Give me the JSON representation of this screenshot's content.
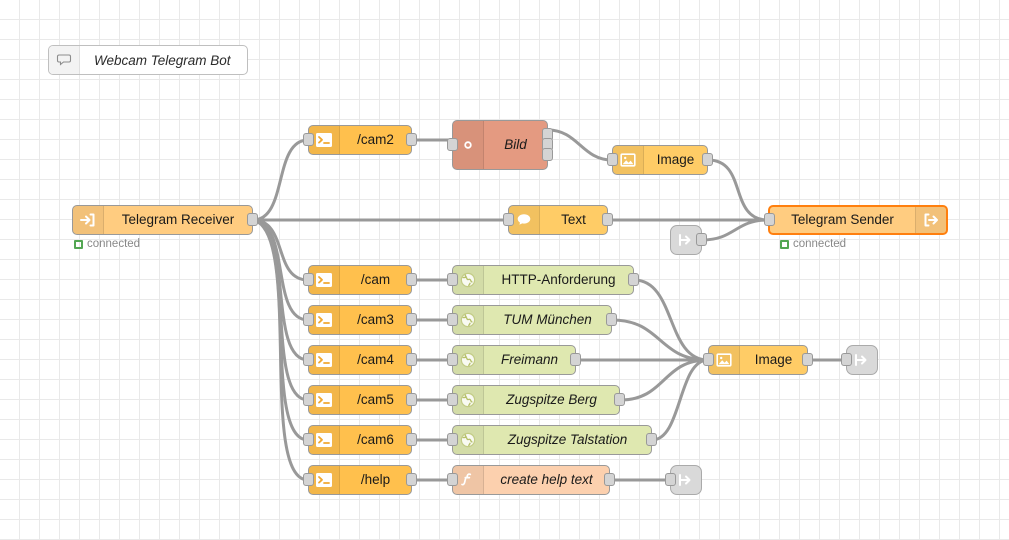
{
  "editor": {
    "name": "node-red-flow-canvas",
    "grid_size": 20,
    "grid_color": "#e9e9e9",
    "background": "#ffffff"
  },
  "palette": {
    "command_node_color": "#ffc04d",
    "exec_node_color": "#e49a81",
    "http_node_color": "#dfe8b0",
    "function_node_color": "#fcd0ae",
    "telegram_node_color": "#ffcc80",
    "image_node_color": "#ffcc66",
    "link_node_color": "#d9d9d9",
    "wire_color": "#999999",
    "status_ok_color": "#53a653",
    "selection_color": "#ff7f0e"
  },
  "comment": {
    "label": "Webcam Telegram Bot",
    "icon": "speech-bubble-outline-icon"
  },
  "nodes": {
    "telegram_receiver": {
      "label": "Telegram Receiver",
      "icon": "arrow-into-bracket-icon",
      "status": "connected"
    },
    "telegram_sender": {
      "label": "Telegram Sender",
      "icon": "arrow-out-of-bracket-icon",
      "status": "connected",
      "selected": true
    },
    "text_node": {
      "label": "Text",
      "icon": "speech-bubble-filled-icon"
    },
    "image_top": {
      "label": "Image",
      "icon": "picture-icon"
    },
    "image_bottom": {
      "label": "Image",
      "icon": "picture-icon"
    },
    "bild_exec": {
      "label": "Bild",
      "icon": "gear-icon",
      "outputs": 3
    }
  },
  "commands": [
    {
      "label": "/cam2",
      "icon": "terminal-icon"
    },
    {
      "label": "/cam",
      "icon": "terminal-icon"
    },
    {
      "label": "/cam3",
      "icon": "terminal-icon"
    },
    {
      "label": "/cam4",
      "icon": "terminal-icon"
    },
    {
      "label": "/cam5",
      "icon": "terminal-icon"
    },
    {
      "label": "/cam6",
      "icon": "terminal-icon"
    },
    {
      "label": "/help",
      "icon": "terminal-icon"
    }
  ],
  "http_requests": [
    {
      "label": "HTTP-Anforderung",
      "icon": "globe-icon",
      "italic": false
    },
    {
      "label": "TUM München",
      "icon": "globe-icon",
      "italic": true
    },
    {
      "label": "Freimann",
      "icon": "globe-icon",
      "italic": true
    },
    {
      "label": "Zugspitze Berg",
      "icon": "globe-icon",
      "italic": true
    },
    {
      "label": "Zugspitze Talstation",
      "icon": "globe-icon",
      "italic": true
    }
  ],
  "function_node": {
    "label": "create help text",
    "icon": "function-f-icon"
  },
  "link_nodes": [
    {
      "name": "link-in-top",
      "icon": "link-arrow-icon"
    },
    {
      "name": "link-out-image",
      "icon": "link-arrow-icon"
    },
    {
      "name": "link-out-help",
      "icon": "link-arrow-icon"
    }
  ]
}
